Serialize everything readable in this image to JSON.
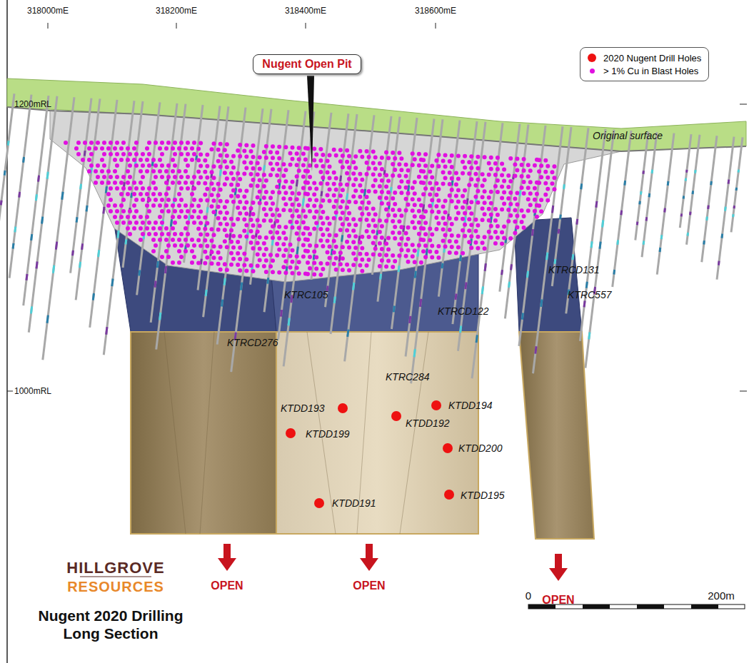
{
  "diagram": {
    "title": "Nugent 2020 Drilling Long Section",
    "nodes": [
      {
        "text": [
          "Nugent Open Pit"
        ]
      }
    ],
    "edges": [],
    "labels": [
      "318000mE",
      "318200mE",
      "318400mE",
      "318600mE",
      "1200mRL",
      "1000mRL",
      "Original surface",
      "KTRCD131",
      "KTRC557",
      "KTRC105",
      "KTRCD122",
      "KTRCD276",
      "KTRC284",
      "KTDD193",
      "KTDD194",
      "KTDD192",
      "KTDD199",
      "KTDD200",
      "KTDD191",
      "KTDD195",
      "OPEN",
      "OPEN",
      "OPEN",
      "HILLGROVE",
      "RESOURCES",
      "0",
      "200m"
    ],
    "legend": [
      {
        "text": "2020 Nugent Drill Holes",
        "color": "#ee1111"
      },
      {
        "text": "> 1% Cu in Blast Holes",
        "color": "#e010e0"
      }
    ]
  }
}
